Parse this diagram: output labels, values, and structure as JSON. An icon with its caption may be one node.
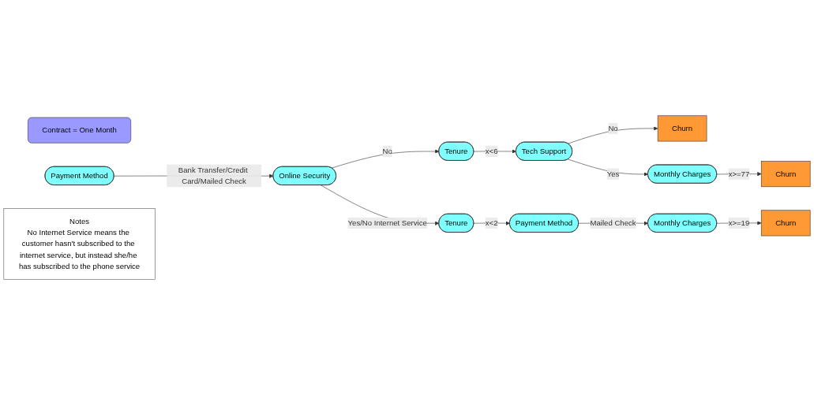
{
  "diagram": {
    "nodes": [
      {
        "text": [
          "Contract = One Month"
        ]
      },
      {
        "text": [
          "Payment Method"
        ]
      },
      {
        "text": [
          "Online Security"
        ]
      },
      {
        "text": [
          "Tenure"
        ]
      },
      {
        "text": [
          "Tech Support"
        ]
      },
      {
        "text": [
          "Churn"
        ]
      },
      {
        "text": [
          "Monthly Charges"
        ]
      },
      {
        "text": [
          "Churn"
        ]
      },
      {
        "text": [
          "Tenure"
        ]
      },
      {
        "text": [
          "Payment Method"
        ]
      },
      {
        "text": [
          "Monthly Charges"
        ]
      },
      {
        "text": [
          "Churn"
        ]
      },
      {
        "text": [
          "Notes",
          "No Internet Service means the customer hasn't subscribed to the internet service, but instead she/he has subscribed to the phone service"
        ]
      }
    ],
    "edges": [
      {
        "from": 1,
        "to": 2,
        "arrow": "to",
        "label": "Bank Transfer/Credit Card/Mailed Check"
      },
      {
        "from": 2,
        "to": 3,
        "arrow": "to",
        "label": "No"
      },
      {
        "from": 2,
        "to": 8,
        "arrow": "to",
        "label": "Yes/No Internet Service"
      },
      {
        "from": 3,
        "to": 4,
        "arrow": "to",
        "label": "x<6"
      },
      {
        "from": 4,
        "to": 5,
        "arrow": "to",
        "label": "No"
      },
      {
        "from": 4,
        "to": 6,
        "arrow": "to",
        "label": "Yes"
      },
      {
        "from": 6,
        "to": 7,
        "arrow": "to",
        "label": "x>=77"
      },
      {
        "from": 8,
        "to": 9,
        "arrow": "to",
        "label": "x<2"
      },
      {
        "from": 9,
        "to": 10,
        "arrow": "to",
        "label": "Mailed Check"
      },
      {
        "from": 10,
        "to": 11,
        "arrow": "to",
        "label": "x>=19"
      }
    ]
  }
}
